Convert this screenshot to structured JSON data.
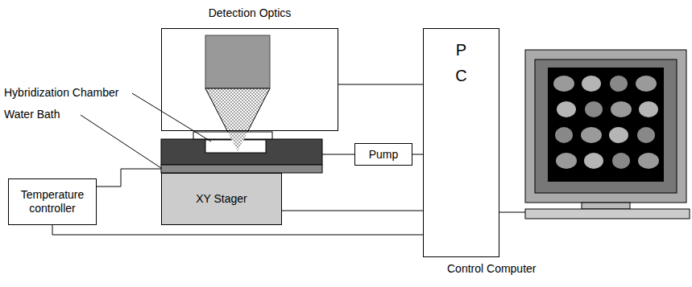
{
  "diagram": {
    "nodes": [
      {
        "text": [
          "Detection Optics"
        ]
      },
      {
        "text": [
          "Pump"
        ]
      },
      {
        "text": [
          "P C"
        ]
      },
      {
        "text": [
          "XY Stager"
        ]
      },
      {
        "text": [
          "Temperature controller"
        ]
      }
    ],
    "edges": [
      {
        "from": 0,
        "to": 2,
        "arrow": "none"
      },
      {
        "from": 1,
        "to": 2,
        "arrow": "none"
      },
      {
        "from": 3,
        "to": 2,
        "arrow": "none"
      },
      {
        "from": 4,
        "to": 2,
        "arrow": "none"
      }
    ],
    "labels": [
      "Hybridization Chamber",
      "Water Bath",
      "Control Computer"
    ]
  }
}
